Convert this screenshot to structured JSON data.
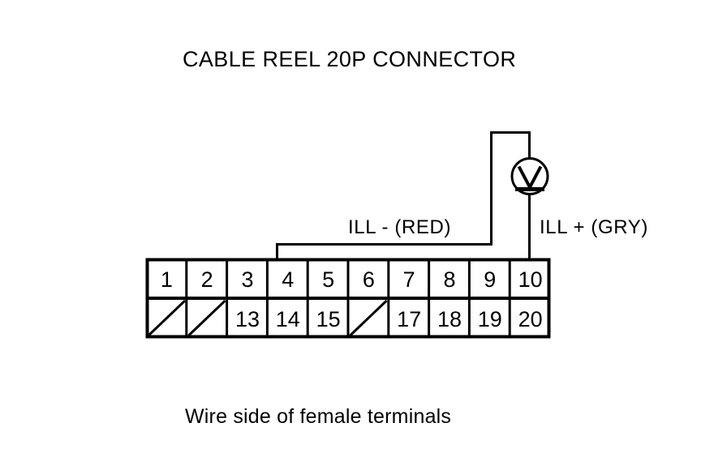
{
  "diagram": {
    "title": "CABLE REEL 20P CONNECTOR",
    "caption": "Wire side of female terminals",
    "stroke_color": "#000000",
    "background_color": "#ffffff"
  },
  "measurement": {
    "instrument": "voltmeter",
    "instrument_symbol": "V",
    "probe_negative": {
      "label": "ILL  -  (RED)",
      "wire_color": "RED",
      "polarity": "-",
      "signal": "ILL",
      "connected_pin": "4"
    },
    "probe_positive": {
      "label": "ILL  +  (GRY)",
      "wire_color": "GRY",
      "polarity": "+",
      "signal": "ILL",
      "connected_pin": "10"
    }
  },
  "connector": {
    "name": "CABLE REEL 20P CONNECTOR",
    "pin_count": 20,
    "columns": 10,
    "rows": 2,
    "top_row": [
      {
        "pin": "1",
        "blank": false
      },
      {
        "pin": "2",
        "blank": false
      },
      {
        "pin": "3",
        "blank": false
      },
      {
        "pin": "4",
        "blank": false
      },
      {
        "pin": "5",
        "blank": false
      },
      {
        "pin": "6",
        "blank": false
      },
      {
        "pin": "7",
        "blank": false
      },
      {
        "pin": "8",
        "blank": false
      },
      {
        "pin": "9",
        "blank": false
      },
      {
        "pin": "10",
        "blank": false
      }
    ],
    "bottom_row": [
      {
        "pin": "",
        "blank": true
      },
      {
        "pin": "",
        "blank": true
      },
      {
        "pin": "13",
        "blank": false
      },
      {
        "pin": "14",
        "blank": false
      },
      {
        "pin": "15",
        "blank": false
      },
      {
        "pin": "",
        "blank": true
      },
      {
        "pin": "17",
        "blank": false
      },
      {
        "pin": "18",
        "blank": false
      },
      {
        "pin": "19",
        "blank": false
      },
      {
        "pin": "20",
        "blank": false
      }
    ]
  }
}
